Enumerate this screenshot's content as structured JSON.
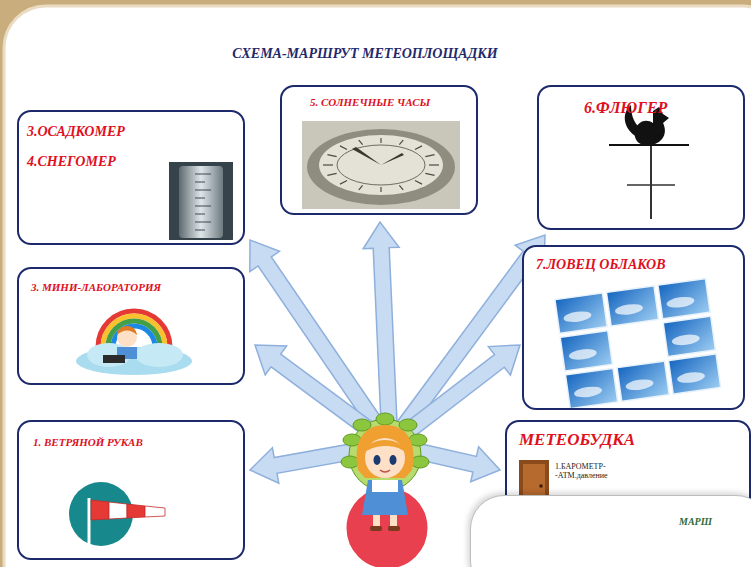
{
  "diagram": {
    "title": "СХЕМА-МАРШРУТ МЕТЕОПЛОЩАДКИ",
    "nodes": [
      {
        "text": [
          "3.ОСАДКОМЕР",
          "4.СНЕГОМЕР"
        ]
      },
      {
        "text": [
          "5. СОЛНЕЧНЫЕ ЧАСЫ"
        ]
      },
      {
        "text": [
          "6.ФЛЮГЕР"
        ]
      },
      {
        "text": [
          "3. МИНИ-ЛАБОРАТОРИЯ"
        ]
      },
      {
        "text": [
          "7.ЛОВЕЦ ОБЛАКОВ"
        ]
      },
      {
        "text": [
          "1. ВЕТРЯНОЙ РУКАВ"
        ]
      },
      {
        "text": [
          "МЕТЕОБУДКА",
          "1.БАРОМЕТР- -АТМ.давление"
        ]
      },
      {
        "text": [
          "МАРШ"
        ]
      }
    ]
  }
}
